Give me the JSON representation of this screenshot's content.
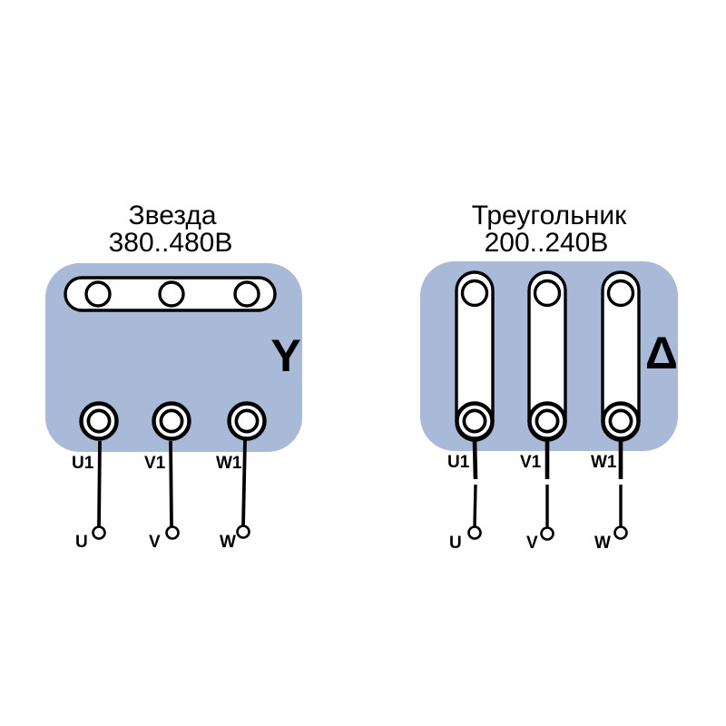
{
  "colors": {
    "panel_fill": "#a8bad8",
    "line": "#000000",
    "text": "#000000",
    "background": "#ffffff"
  },
  "star_panel": {
    "title": "Звезда",
    "voltage_range": "380..480В",
    "symbol": "Y",
    "terminal_labels": [
      "U1",
      "V1",
      "W1"
    ],
    "lead_labels": [
      "U",
      "V",
      "W"
    ]
  },
  "delta_panel": {
    "title": "Треугольник",
    "voltage_range": "200..240В",
    "symbol": "Δ",
    "terminal_labels": [
      "U1",
      "V1",
      "W1"
    ],
    "lead_labels": [
      "U",
      "V",
      "W"
    ]
  }
}
